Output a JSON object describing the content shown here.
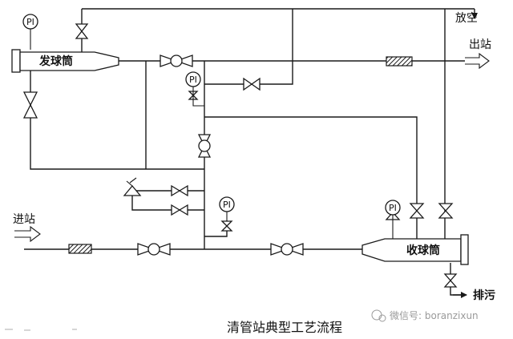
{
  "vessels": {
    "launcher": "发球筒",
    "receiver": "收球筒"
  },
  "labels": {
    "vent": "放空",
    "outlet": "出站",
    "inlet": "进站",
    "drain": "排污",
    "pressure_gauge": "PI"
  },
  "caption": "清管站典型工艺流程",
  "watermark": "微信号: boranzixun"
}
